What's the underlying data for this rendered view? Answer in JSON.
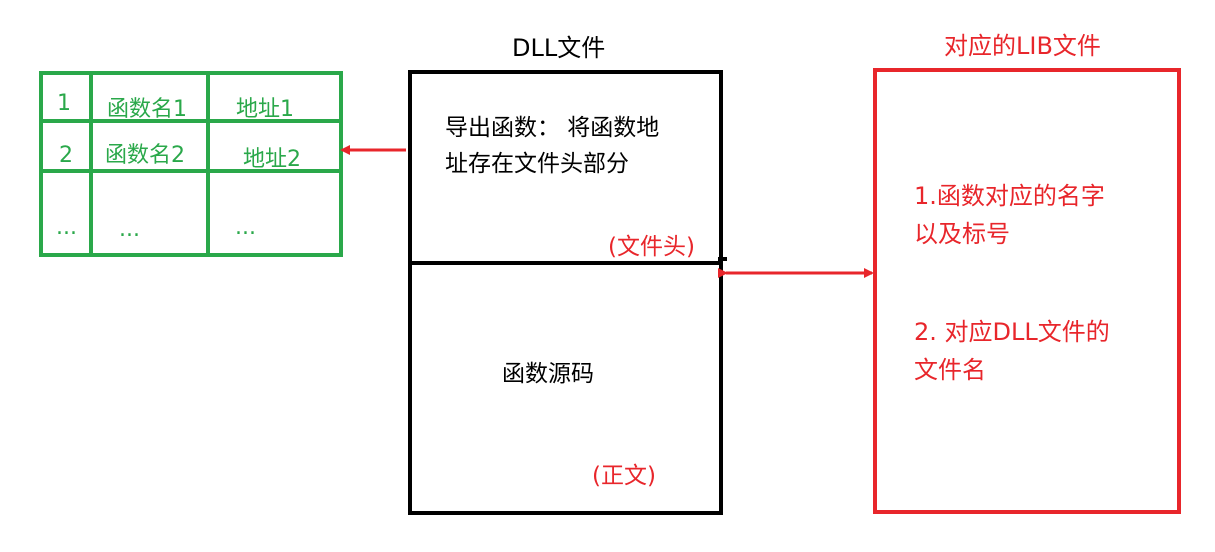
{
  "dll": {
    "title": "DLL文件",
    "header_text_line1": "导出函数： 将函数地",
    "header_text_line2": "址存在文件头部分",
    "header_note": "(文件头)",
    "body_text": "函数源码",
    "body_note": "(正文)"
  },
  "lib": {
    "title": "对应的LIB文件",
    "item1_line1": "1.函数对应的名字",
    "item1_line2": "以及标号",
    "item2_line1": "2. 对应DLL文件的",
    "item2_line2": "文件名"
  },
  "export_table": {
    "rows": [
      [
        "1",
        "函数名1",
        "地址1"
      ],
      [
        "2",
        "函数名2",
        "地址2"
      ],
      [
        "...",
        "...",
        "..."
      ]
    ]
  },
  "colors": {
    "green": "#2aa84a",
    "red": "#e8262b",
    "black": "#000000"
  }
}
